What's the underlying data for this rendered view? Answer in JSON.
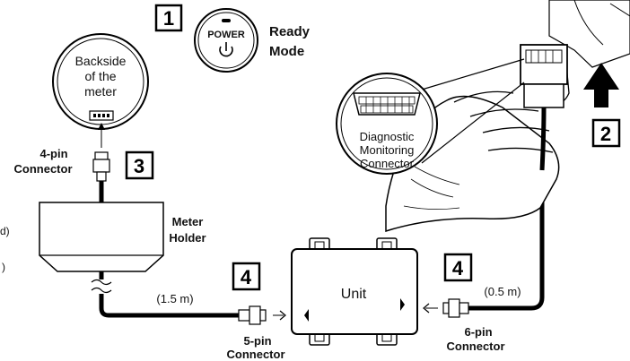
{
  "steps": {
    "step1": {
      "number": "1",
      "label_line1": "Ready",
      "label_line2": "Mode"
    },
    "step2": {
      "number": "2"
    },
    "step3": {
      "number": "3"
    },
    "step4_left": {
      "number": "4"
    },
    "step4_right": {
      "number": "4"
    }
  },
  "power_button": {
    "label": "POWER",
    "icon": "power-icon"
  },
  "meter": {
    "line1": "Backside",
    "line2": "of the",
    "line3": "meter"
  },
  "connectors": {
    "four_pin": {
      "line1": "4-pin",
      "line2": "Connector"
    },
    "five_pin": {
      "line1": "5-pin",
      "line2": "Connector"
    },
    "six_pin": {
      "line1": "6-pin",
      "line2": "Connector"
    }
  },
  "meter_holder": {
    "line1": "Meter",
    "line2": "Holder"
  },
  "unit": {
    "label": "Unit"
  },
  "diagnostic": {
    "line1": "Diagnostic",
    "line2": "Monitoring",
    "line3": "Connector"
  },
  "cables": {
    "left_length": "(1.5 m)",
    "right_length": "(0.5 m)"
  },
  "edge_fragments": {
    "top": "d)",
    "bottom": ")"
  }
}
